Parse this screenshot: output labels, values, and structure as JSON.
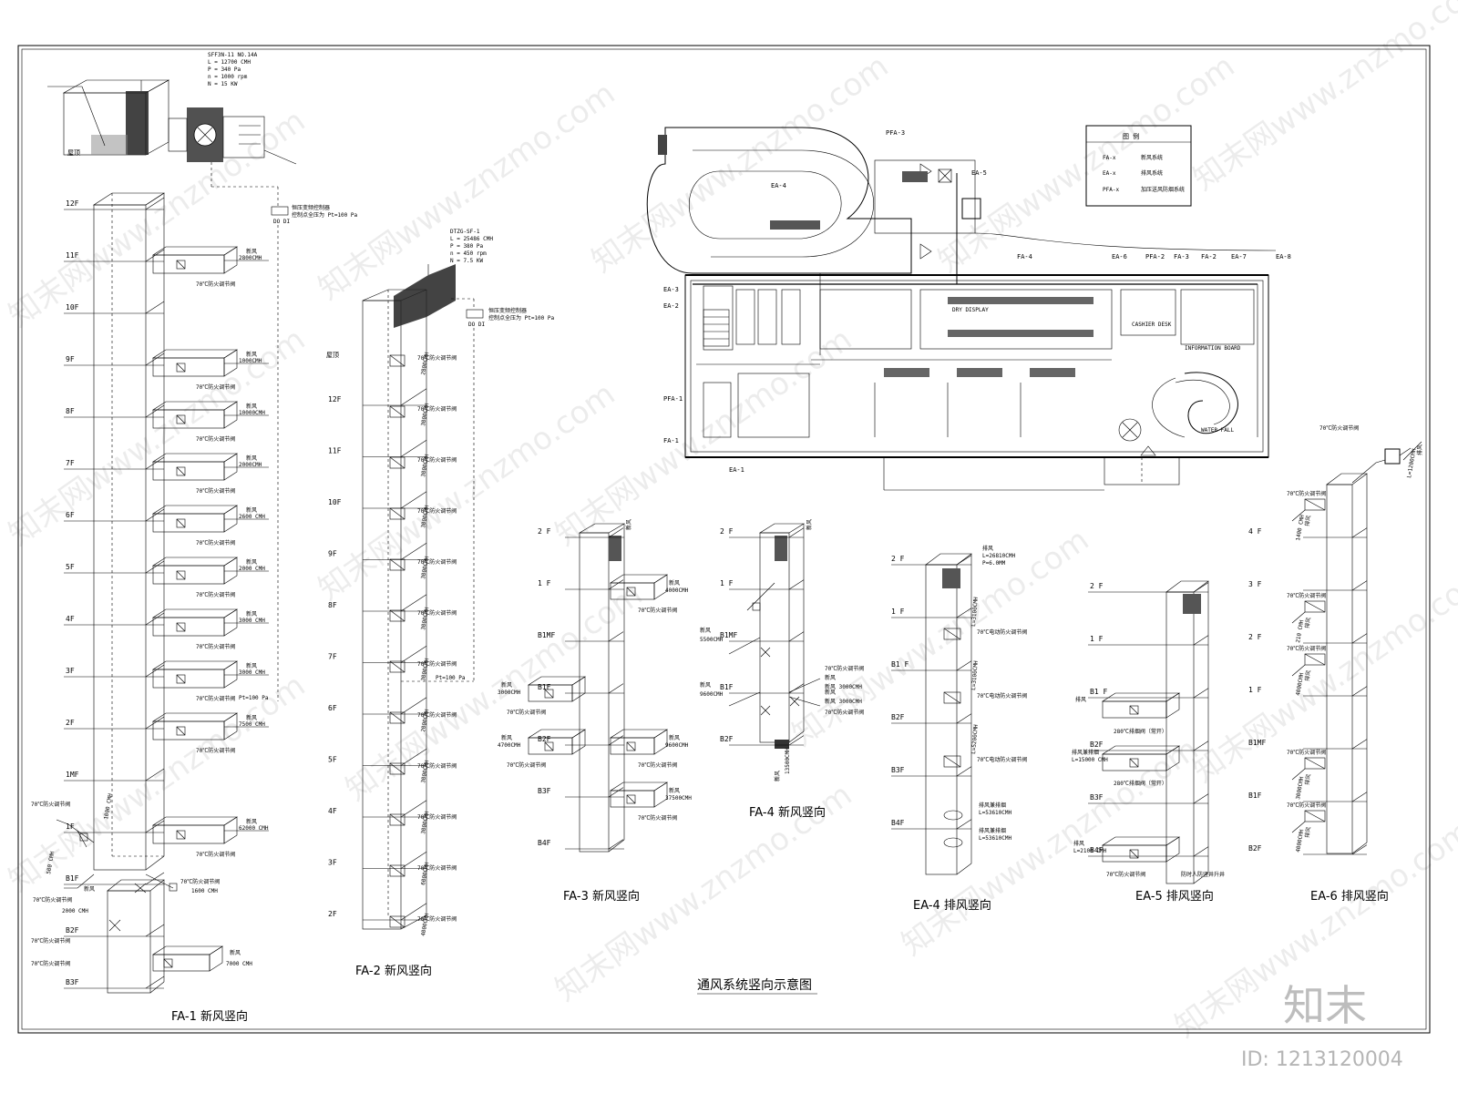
{
  "drawing_title": "通风系统竖向示意图",
  "watermark": {
    "brand": "知末",
    "id": "ID: 1213120004",
    "tile": "知末网www.znzmo.com"
  },
  "legend": {
    "title": "图 例",
    "rows": [
      {
        "code": "FA-x",
        "desc": "新风系统"
      },
      {
        "code": "EA-x",
        "desc": "排风系统"
      },
      {
        "code": "PFA-x",
        "desc": "加压送风防烟系统"
      }
    ]
  },
  "fa1": {
    "caption": "FA-1 新风竖向",
    "roof": "屋顶",
    "floors": [
      "12F",
      "11F",
      "10F",
      "9F",
      "8F",
      "7F",
      "6F",
      "5F",
      "4F",
      "3F",
      "2F",
      "1MF",
      "1F",
      "B1F",
      "B2F",
      "B3F"
    ],
    "fan_spec": [
      "SFF3N-11 NO.14A",
      "L = 12700 CMH",
      "P = 340 Pa",
      "n = 1000 rpm",
      "N = 15 KW"
    ],
    "controller": [
      "恒压变频控制器",
      "控制点全压为 Pt=100 Pa"
    ],
    "dodi": "DO DI",
    "pt": "Pt=100 Pa",
    "branch_title": "新风",
    "damper": "70℃防火调节阀",
    "branches": [
      {
        "flow": "2800CMH"
      },
      {
        "flow": "1000CMH"
      },
      {
        "flow": "10000CMH"
      },
      {
        "flow": "2000CMH"
      },
      {
        "flow": "2600 CMH"
      },
      {
        "flow": "2000 CMH"
      },
      {
        "flow": "3000 CMH"
      },
      {
        "flow": "3000 CMH"
      },
      {
        "flow": "7500 CMH"
      },
      {
        "flow": "62000 CMH"
      },
      {
        "flow": "1600 CMH"
      },
      {
        "flow": "7000 CMH"
      }
    ],
    "side_flows": [
      "500 CMH",
      "1000 CMH",
      "2000 CMH"
    ]
  },
  "fa2": {
    "caption": "FA-2 新风竖向",
    "roof": "屋顶",
    "floors": [
      "12F",
      "11F",
      "10F",
      "9F",
      "8F",
      "7F",
      "6F",
      "5F",
      "4F",
      "3F",
      "2F"
    ],
    "fan_spec": [
      "DTZG-SF-1",
      "L = 25486 CMH",
      "P = 380 Pa",
      "n = 450 rpm",
      "N = 7.5 KW"
    ],
    "controller": [
      "恒压变频控制器",
      "控制点全压为 Pt=100 Pa"
    ],
    "dodi": "DO DI",
    "pt": "Pt=100 Pa",
    "damper": "70℃防火调节阀",
    "flows": [
      "2800CMH",
      "3000CMH",
      "3000CMH",
      "3000CMH",
      "3000CMH",
      "3000CMH",
      "3000CMH",
      "2000CMH",
      "3000CMH",
      "3000CMH",
      "6000CMH",
      "4000CMH"
    ]
  },
  "fa3": {
    "caption": "FA-3 新风竖向",
    "floors": [
      "2 F",
      "1 F",
      "B1MF",
      "B1F",
      "B2F",
      "B3F",
      "B4F"
    ],
    "inlet": "新风",
    "damper": "70℃防火调节阀",
    "flows": [
      "4000CMH",
      "3000CMH",
      "4700CMH",
      "9600CMH",
      "37500CMH"
    ],
    "branch_title": "新风"
  },
  "fa4": {
    "caption": "FA-4 新风竖向",
    "floors": [
      "2 F",
      "1 F",
      "B1MF",
      "B1F",
      "B2F"
    ],
    "inlet": "新风",
    "damper": "70℃防火调节阀",
    "flows": [
      "5500CMH",
      "9600CMH",
      "新风 3000CMH",
      "新风 3000CMH",
      "13500CMH"
    ],
    "branch_title": "新风"
  },
  "ea4": {
    "caption": "EA-4 排风竖向",
    "floors": [
      "2 F",
      "1 F",
      "B1 F",
      "B2F",
      "B3F",
      "B4F"
    ],
    "top": [
      "排风",
      "L=26810CMH",
      "P=6.0MM"
    ],
    "flows": [
      "L=3100CMH",
      "L=3100CMH",
      "L=5200CMH"
    ],
    "damper": "70℃电动防火调节阀",
    "exhaust": [
      "排风兼排烟",
      "L=53610CMH"
    ]
  },
  "ea5": {
    "caption": "EA-5 排风竖向",
    "floors": [
      "2 F",
      "1 F",
      "B1 F",
      "B2F",
      "B3F",
      "B4F"
    ],
    "exhaust": "排风",
    "smoke": "排风兼排烟",
    "flows": [
      "L=15000 CMH",
      "L=2100 CMH"
    ],
    "damper_280": "280℃排烟阀（常开）",
    "damper_70": "70℃防火调节阀",
    "shaft": "防时人防竖井升井"
  },
  "ea6": {
    "caption": "EA-6 排风竖向",
    "floors": [
      "4 F",
      "3 F",
      "2 F",
      "1 F",
      "B1MF",
      "B1F",
      "B2F"
    ],
    "exhaust": "排风",
    "top_flow": "L=1200CMH",
    "damper": "70℃防火调节阀",
    "flows": [
      "1400 CMH",
      "210 CMH",
      "4000CMH",
      "3000CMH",
      "4000CMH"
    ]
  },
  "plan": {
    "labels": [
      "PFA-3",
      "EA-5",
      "EA-4",
      "FA-4",
      "EA-6",
      "PFA-2",
      "FA-3",
      "FA-2",
      "EA-7",
      "EA-8",
      "EA-3",
      "EA-2",
      "PFA-1",
      "FA-1",
      "EA-1"
    ],
    "notes": [
      "INFORMATION BOARD",
      "WATER FALL",
      "DRY DISPLAY",
      "CASHIER DESK"
    ]
  }
}
